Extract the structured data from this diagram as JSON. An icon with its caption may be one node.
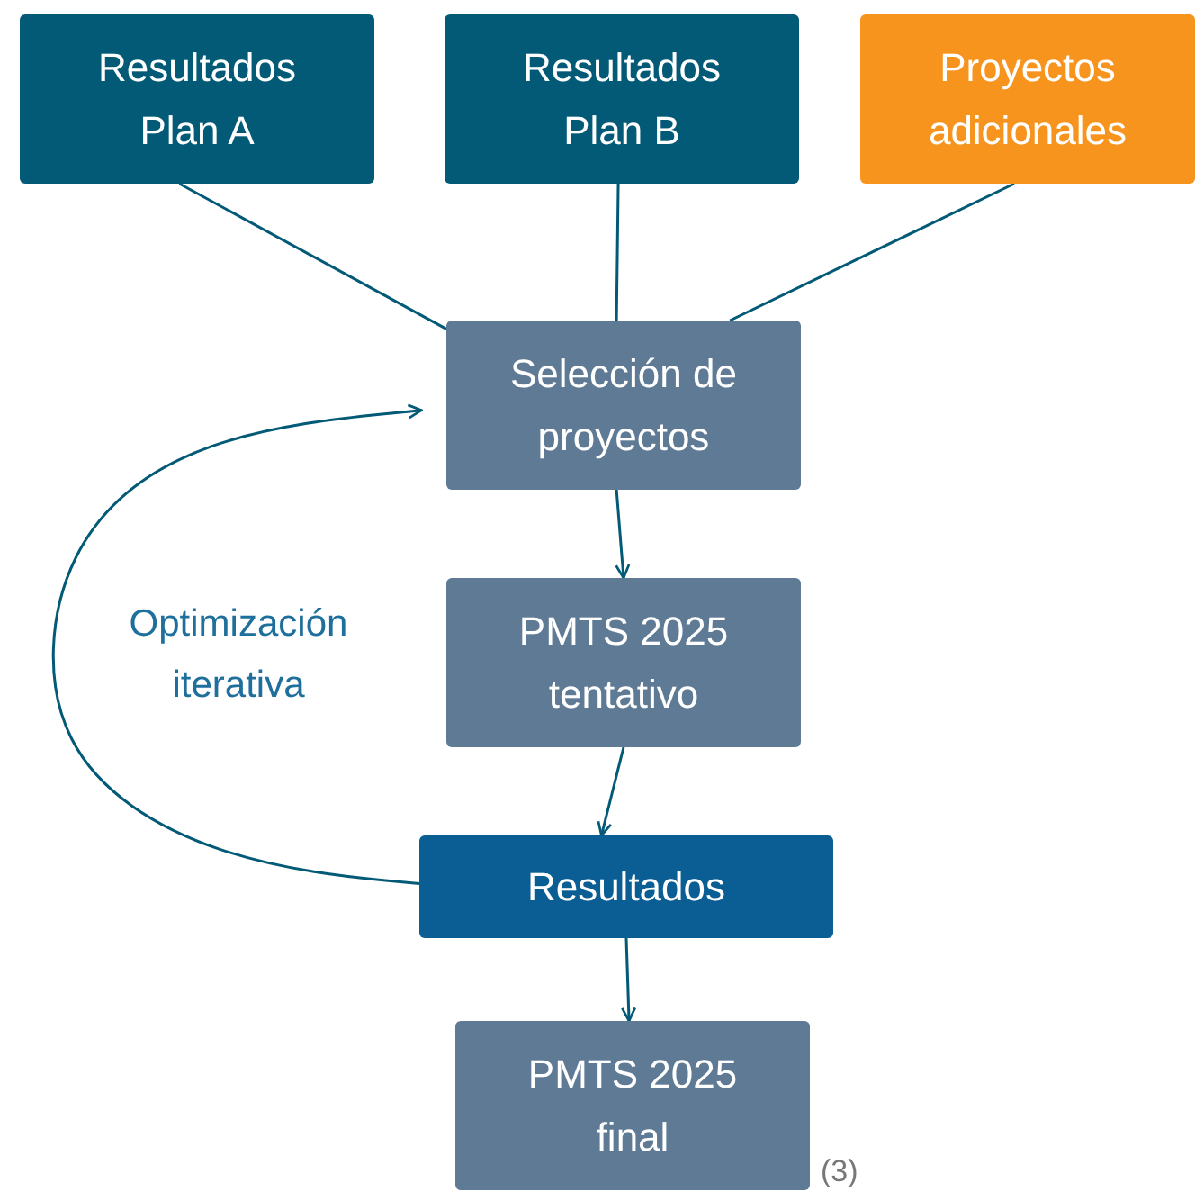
{
  "diagram": {
    "nodes": [
      {
        "text": [
          "Resultados Plan A"
        ]
      },
      {
        "text": [
          "Resultados Plan B"
        ]
      },
      {
        "text": [
          "Proyectos adicionales"
        ]
      },
      {
        "text": [
          "Selección de proyectos"
        ]
      },
      {
        "text": [
          "PMTS 2025 tentativo"
        ]
      },
      {
        "text": [
          "Resultados"
        ]
      },
      {
        "text": [
          "PMTS 2025 final"
        ],
        "beside": [
          "(3)"
        ]
      }
    ],
    "edges": [
      {
        "from": 0,
        "to": 3,
        "arrow": "none"
      },
      {
        "from": 1,
        "to": 3,
        "arrow": "none"
      },
      {
        "from": 2,
        "to": 3,
        "arrow": "none"
      },
      {
        "from": 3,
        "to": 4,
        "arrow": "to"
      },
      {
        "from": 4,
        "to": 5,
        "arrow": "to"
      },
      {
        "from": 5,
        "to": 6,
        "arrow": "to"
      },
      {
        "from": 5,
        "to": 3,
        "arrow": "to",
        "label": "Optimización iterativa"
      }
    ]
  }
}
